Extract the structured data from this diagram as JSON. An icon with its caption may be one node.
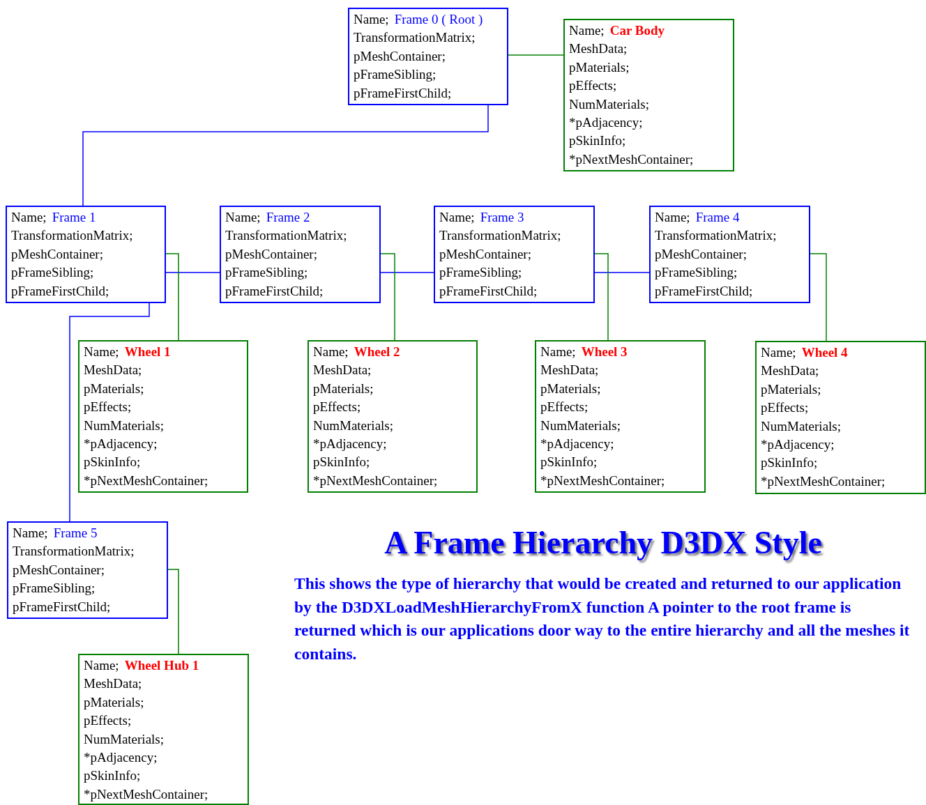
{
  "diagram": {
    "title": "A Frame Hierarchy D3DX Style",
    "caption": "This shows the type of hierarchy that would be created and returned to our application by the D3DXLoadMeshHierarchyFromX function A pointer to the root frame is returned which is our applications door way to the entire hierarchy and all the meshes it contains.",
    "nodes": [
      {
        "text": [
          "Name;",
          "Frame 0 ( Root )",
          "TransformationMatrix;",
          "pMeshContainer;",
          "pFrameSibling;",
          "pFrameFirstChild;"
        ]
      },
      {
        "text": [
          "Name;",
          "Car Body",
          "MeshData;",
          "pMaterials;",
          "pEffects;",
          "NumMaterials;",
          "*pAdjacency;",
          "pSkinInfo;",
          "*pNextMeshContainer;"
        ]
      },
      {
        "text": [
          "Name;",
          "Frame 1",
          "TransformationMatrix;",
          "pMeshContainer;",
          "pFrameSibling;",
          "pFrameFirstChild;"
        ]
      },
      {
        "text": [
          "Name;",
          "Frame 2",
          "TransformationMatrix;",
          "pMeshContainer;",
          "pFrameSibling;",
          "pFrameFirstChild;"
        ]
      },
      {
        "text": [
          "Name;",
          "Frame 3",
          "TransformationMatrix;",
          "pMeshContainer;",
          "pFrameSibling;",
          "pFrameFirstChild;"
        ]
      },
      {
        "text": [
          "Name;",
          "Frame 4",
          "TransformationMatrix;",
          "pMeshContainer;",
          "pFrameSibling;",
          "pFrameFirstChild;"
        ]
      },
      {
        "text": [
          "Name;",
          "Wheel 1",
          "MeshData;",
          "pMaterials;",
          "pEffects;",
          "NumMaterials;",
          "*pAdjacency;",
          "pSkinInfo;",
          "*pNextMeshContainer;"
        ]
      },
      {
        "text": [
          "Name;",
          "Wheel 2",
          "MeshData;",
          "pMaterials;",
          "pEffects;",
          "NumMaterials;",
          "*pAdjacency;",
          "pSkinInfo;",
          "*pNextMeshContainer;"
        ]
      },
      {
        "text": [
          "Name;",
          "Wheel 3",
          "MeshData;",
          "pMaterials;",
          "pEffects;",
          "NumMaterials;",
          "*pAdjacency;",
          "pSkinInfo;",
          "*pNextMeshContainer;"
        ]
      },
      {
        "text": [
          "Name;",
          "Wheel 4",
          "MeshData;",
          "pMaterials;",
          "pEffects;",
          "NumMaterials;",
          "*pAdjacency;",
          "pSkinInfo;",
          "*pNextMeshContainer;"
        ]
      },
      {
        "text": [
          "Name;",
          "Frame 5",
          "TransformationMatrix;",
          "pMeshContainer;",
          "pFrameSibling;",
          "pFrameFirstChild;"
        ]
      },
      {
        "text": [
          "Name;",
          "Wheel Hub 1",
          "MeshData;",
          "pMaterials;",
          "pEffects;",
          "NumMaterials;",
          "*pAdjacency;",
          "pSkinInfo;",
          "*pNextMeshContainer;"
        ]
      }
    ],
    "edges": [
      {
        "from": 0,
        "to": 1,
        "arrow": "none",
        "color": "#008000"
      },
      {
        "from": 0,
        "to": 2,
        "arrow": "none",
        "color": "#0000ff"
      },
      {
        "from": 2,
        "to": 3,
        "arrow": "none",
        "color": "#0000ff"
      },
      {
        "from": 3,
        "to": 4,
        "arrow": "none",
        "color": "#0000ff"
      },
      {
        "from": 4,
        "to": 5,
        "arrow": "none",
        "color": "#0000ff"
      },
      {
        "from": 2,
        "to": 6,
        "arrow": "none",
        "color": "#008000"
      },
      {
        "from": 3,
        "to": 7,
        "arrow": "none",
        "color": "#008000"
      },
      {
        "from": 4,
        "to": 8,
        "arrow": "none",
        "color": "#008000"
      },
      {
        "from": 5,
        "to": 9,
        "arrow": "none",
        "color": "#008000"
      },
      {
        "from": 2,
        "to": 10,
        "arrow": "none",
        "color": "#0000ff"
      },
      {
        "from": 10,
        "to": 11,
        "arrow": "none",
        "color": "#008000"
      }
    ]
  }
}
